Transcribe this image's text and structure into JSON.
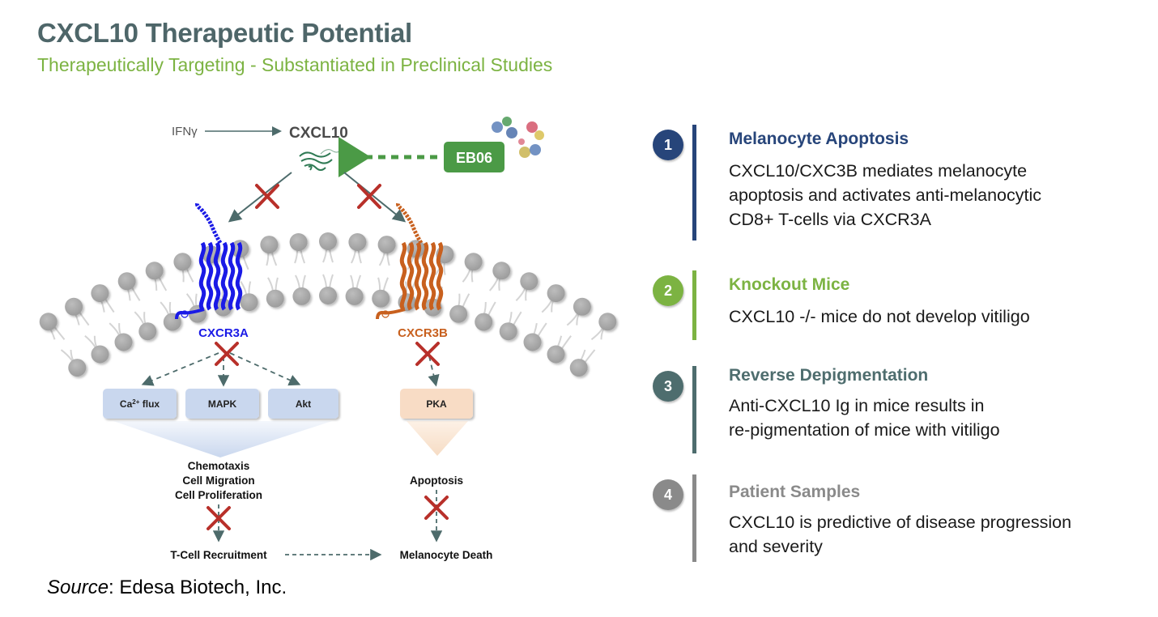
{
  "header": {
    "title": "CXCL10 Therapeutic Potential",
    "subtitle": "Therapeutically Targeting - Substantiated in Preclinical Studies"
  },
  "diagram": {
    "inducer": "IFNγ",
    "chemokine": "CXCL10",
    "antibody_label": "EB06",
    "receptors": [
      {
        "name": "CXCR3A",
        "color": "#1a1ae6"
      },
      {
        "name": "CXCR3B",
        "color": "#c8601e"
      }
    ],
    "cxcr3a_pathways": [
      "Ca",
      "2+",
      "flux",
      "MAPK",
      "Akt"
    ],
    "cxcr3b_pathway": "PKA",
    "cxcr3a_outcomes": [
      "Chemotaxis",
      "Cell Migration",
      "Cell Proliferation"
    ],
    "cxcr3b_outcome": "Apoptosis",
    "final_left": "T-Cell Recruitment",
    "final_right": "Melanocyte Death",
    "colors": {
      "block_x": "#b8302a",
      "arrow": "#4d6b6b",
      "antibody_green": "#4b9a46",
      "membrane_head": "#a8a8a8"
    }
  },
  "findings": [
    {
      "number": "1",
      "title": "Melanocyte Apoptosis",
      "color": "#27457a",
      "lines": [
        "CXCL10/CXC3B mediates melanocyte",
        "apoptosis and activates anti-melanocytic",
        "CD8+ T-cells via CXCR3A"
      ]
    },
    {
      "number": "2",
      "title": "Knockout Mice",
      "color": "#7cb342",
      "lines": [
        "CXCL10 -/- mice do not develop vitiligo"
      ]
    },
    {
      "number": "3",
      "title": "Reverse Depigmentation",
      "color": "#4e6d6e",
      "lines": [
        "Anti-CXCL10 Ig in mice results in",
        "re-pigmentation of mice with vitiligo"
      ]
    },
    {
      "number": "4",
      "title": "Patient Samples",
      "color": "#8a8a8a",
      "lines": [
        "CXCL10 is predictive of disease progression",
        "and severity"
      ]
    }
  ],
  "source": {
    "label": "Source",
    "text": ": Edesa Biotech, Inc."
  }
}
